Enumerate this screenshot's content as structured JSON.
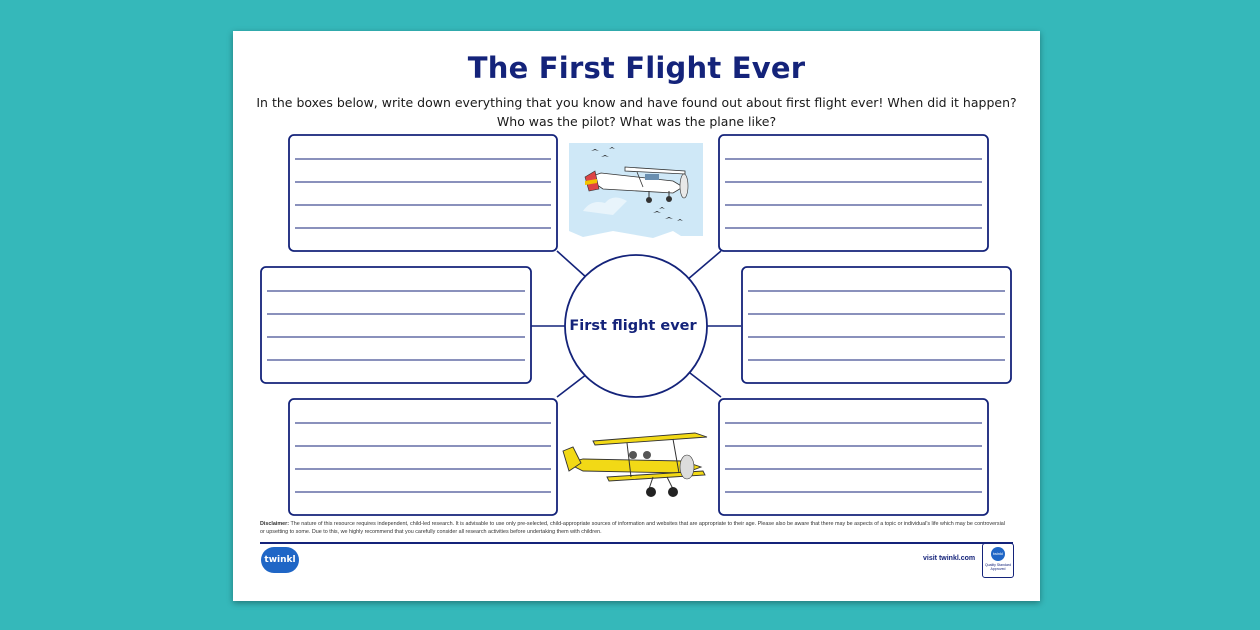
{
  "worksheet": {
    "title": "The First Flight Ever",
    "instructions": "In the boxes below, write down everything that you know and have found out about first flight ever! When did it happen? Who was the pilot? What was the plane like?",
    "center_label": "First flight ever",
    "disclaimer_heading": "Disclaimer:",
    "disclaimer_body": "The nature of this resource requires independent, child-led research. It is advisable to use only pre-selected, child-appropriate sources of information and websites that are appropriate to their age. Please also be aware that there may be aspects of a topic or individual's life which may be controversial or upsetting to some. Due to this, we highly recommend that you carefully consider all research activities before undertaking them with children.",
    "visit_text": "visit twinkl.com",
    "logo_text": "twinkl",
    "badge_text": "Quality Standard Approved"
  },
  "colors": {
    "background": "#35b8ba",
    "title": "#14237a",
    "box_border": "#14237a",
    "lines": "#14237a",
    "plane_yellow": "#f2d916"
  },
  "icons": [
    "monoplane-illustration",
    "biplane-illustration",
    "twinkl-logo",
    "quality-badge-icon"
  ]
}
